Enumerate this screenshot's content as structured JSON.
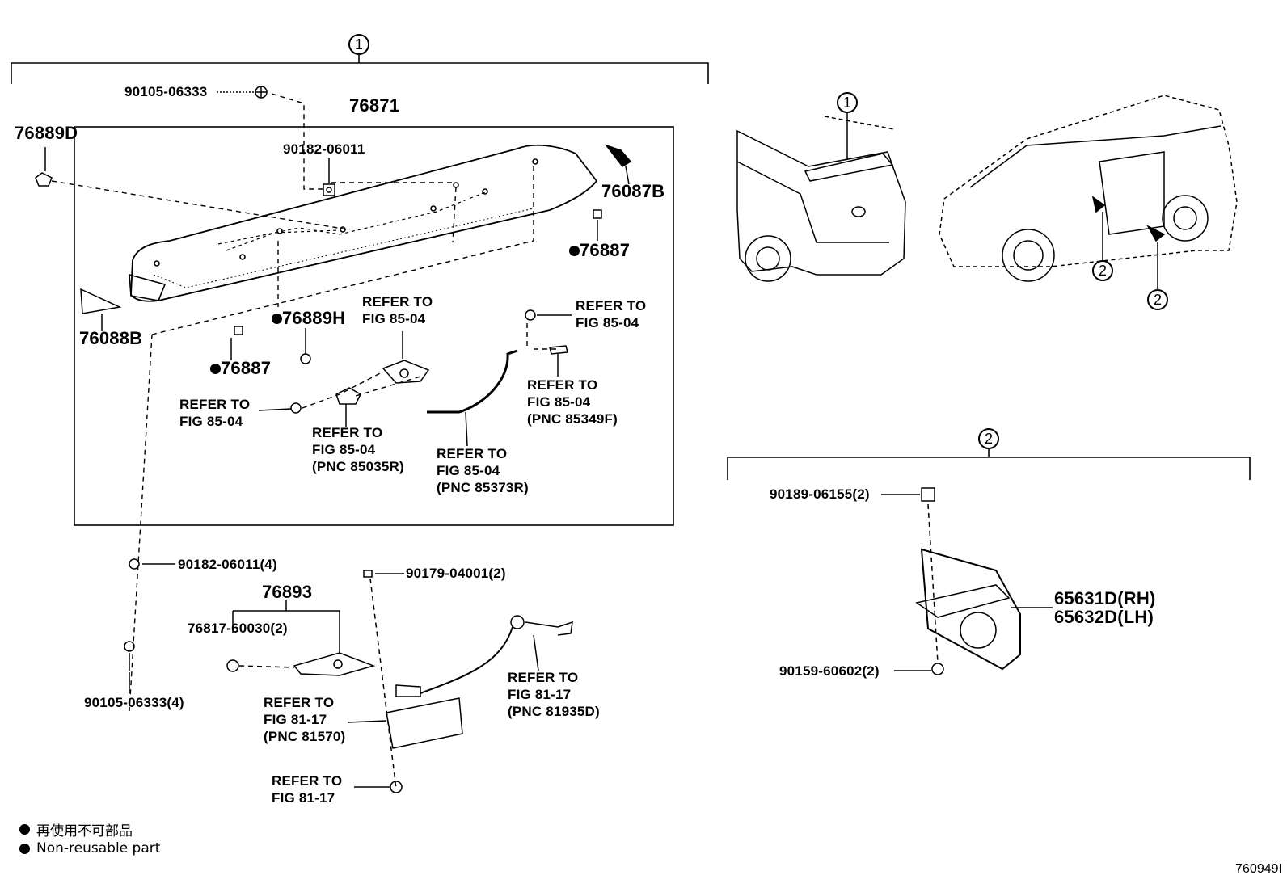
{
  "callouts": {
    "c1": "1",
    "c2": "2"
  },
  "group1": {
    "p_90105_06333": "90105-06333",
    "p_76871": "76871",
    "p_90182_06011": "90182-06011",
    "p_76889d": "76889D",
    "p_76087b": "76087B",
    "p_76887_r": "76887",
    "p_76088b": "76088B",
    "p_76889h": "76889H",
    "p_76887_l": "76887",
    "ref_a": "REFER TO\nFIG 85-04",
    "ref_b": "REFER TO\nFIG 85-04",
    "ref_c": "REFER TO\nFIG 85-04\n(PNC 85349F)",
    "ref_d": "REFER TO\nFIG 85-04",
    "ref_e": "REFER TO\nFIG 85-04\n(PNC 85035R)",
    "ref_f": "REFER TO\nFIG 85-04\n(PNC 85373R)"
  },
  "lower": {
    "p_90182_06011_4": "90182-06011(4)",
    "p_90179_04001_2": "90179-04001(2)",
    "p_76893": "76893",
    "p_76817_60030_2": "76817-60030(2)",
    "p_90105_06333_4": "90105-06333(4)",
    "ref_g": "REFER TO\nFIG 81-17\n(PNC 81570)",
    "ref_h": "REFER TO\nFIG 81-17\n(PNC 81935D)",
    "ref_i": "REFER TO\nFIG 81-17"
  },
  "group2": {
    "p_90189_06155_2": "90189-06155(2)",
    "p_65631d": "65631D(RH)",
    "p_65632d": "65632D(LH)",
    "p_90159_60602_2": "90159-60602(2)"
  },
  "legend": {
    "jp": "再使用不可部品",
    "en": "Non-reusable part"
  },
  "figure_id": "760949I"
}
